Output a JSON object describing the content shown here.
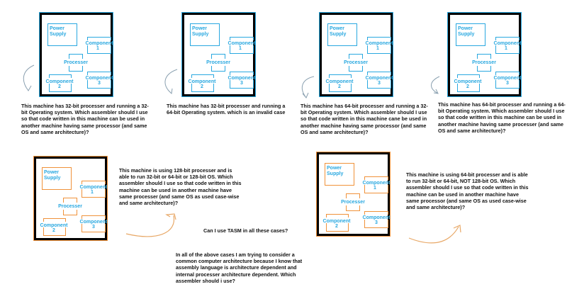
{
  "labels": {
    "power": "Power\nSupply",
    "component": "Component",
    "processor": "Processer",
    "c1": "1",
    "c2": "2",
    "c3": "3"
  },
  "colors": {
    "blue": "#29a8e0",
    "orange": "#f0923a"
  },
  "machines": [
    {
      "theme": "blue",
      "question": "This machine has 32-bit processer and running a 32-bit Operating system. Which assembler should I use so that code written in this machine can be used in another machine having same processor (and same OS and same architecture)?"
    },
    {
      "theme": "blue",
      "question": "This machine has 32-bit processer and running a 64-bit Operating system. which is an invalid case"
    },
    {
      "theme": "blue",
      "question": "This machine has 64-bit processer and running a 32-bit Operating system. Which assembler should I use so that code written in this machine cane be used in another machine having same processor (and same OS and same architecture)?"
    },
    {
      "theme": "blue",
      "question": "This machine has 64-bit processer and running a 64-bit Operating system. Which assembler should I use so that code written in this machine can be used in another machine having same processer (and same OS and same architecture)?"
    },
    {
      "theme": "orange",
      "question": "This machine is using 128-bit processer and is able to run 32-bit or 64-bit or 128-bit OS. Which assembler should I use so that code written in this machine can be used in another machine have same processer (and same OS as used case-wise and same architecture)?"
    },
    {
      "theme": "orange",
      "question": "This machine is using 64-bit processer and is able to run 32-bit or 64-bit, NOT 128-bit OS. Which assembler should I use so that code written in this machine can be used in another machine have same processor (and same OS as used case-wise and same architecture)?"
    }
  ],
  "tasm_question": "Can I use TASM in all these cases?",
  "closing_note": "In all of the above cases I am trying to consider a common computer architecture because I know that assembly language is architecture dependent and internal processer architecture dependent. Which assembler should i use?"
}
